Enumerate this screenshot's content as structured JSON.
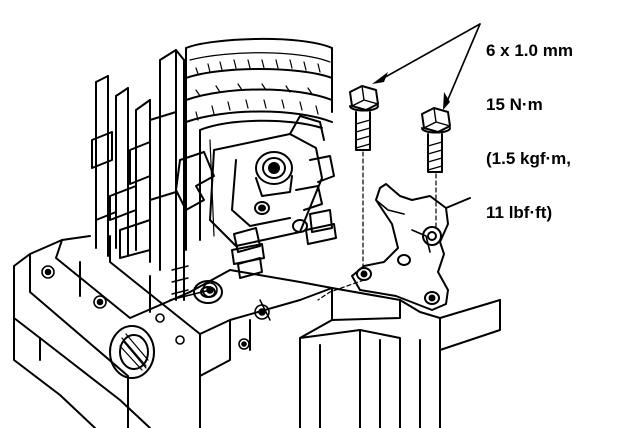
{
  "colors": {
    "ink": "#000000",
    "paper": "#ffffff"
  },
  "callout": {
    "lines": [
      "6 x 1.0 mm",
      "15 N·m",
      "(1.5 kgf·m,",
      "11 lbf·ft)"
    ]
  },
  "parts": [
    {
      "name": "flange-bolt",
      "count": 2
    },
    {
      "name": "shift-lever-bracket",
      "count": 1
    },
    {
      "name": "transmission-housing",
      "count": 1
    },
    {
      "name": "shift-shaft-assembly",
      "count": 1
    }
  ]
}
